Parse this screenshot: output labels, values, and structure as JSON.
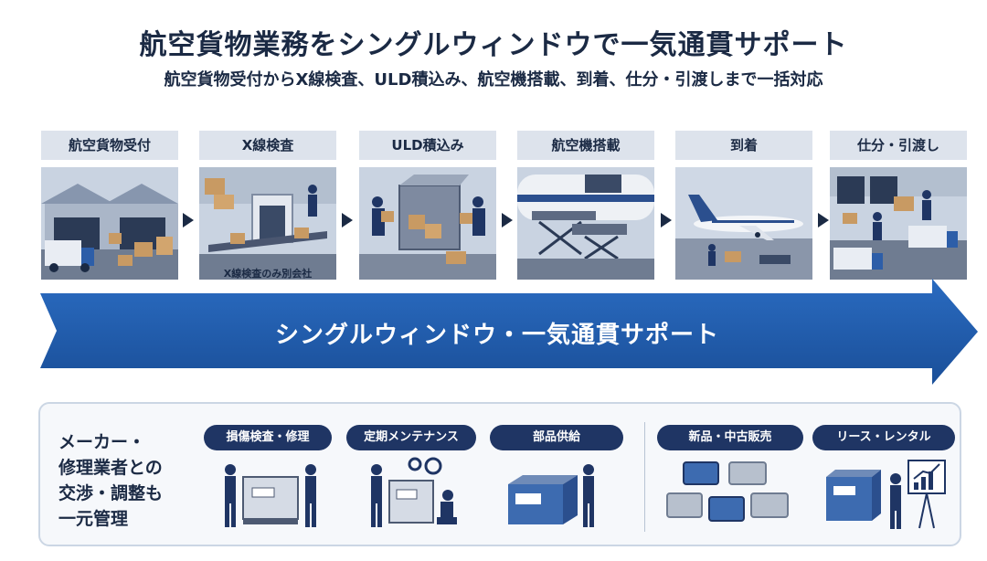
{
  "header": {
    "title": "航空貨物業務をシングルウィンドウで一気通貫サポート",
    "subtitle": "航空貨物受付からX線検査、ULD積込み、航空機搭載、到着、仕分・引渡しまで一括対応"
  },
  "process": {
    "steps": [
      {
        "label": "航空貨物受付"
      },
      {
        "label": "X線検査",
        "note": "X線検査のみ別会社"
      },
      {
        "label": "ULD積込み"
      },
      {
        "label": "航空機搭載"
      },
      {
        "label": "到着"
      },
      {
        "label": "仕分・引渡し"
      }
    ],
    "banner_text": "シングルウィンドウ・一気通貫サポート",
    "accent_color": "#1e5aa6"
  },
  "services": {
    "description_lines": [
      "メーカー・",
      "修理業者との",
      "交渉・調整も",
      "一元管理"
    ],
    "items": [
      {
        "label": "損傷検査・修理",
        "icon": "inspection-icon"
      },
      {
        "label": "定期メンテナンス",
        "icon": "maintenance-icon"
      },
      {
        "label": "部品供給",
        "icon": "parts-supply-icon"
      },
      {
        "label": "新品・中古販売",
        "icon": "sales-icon"
      },
      {
        "label": "リース・レンタル",
        "icon": "lease-icon"
      }
    ],
    "pill_color": "#1f3564"
  }
}
